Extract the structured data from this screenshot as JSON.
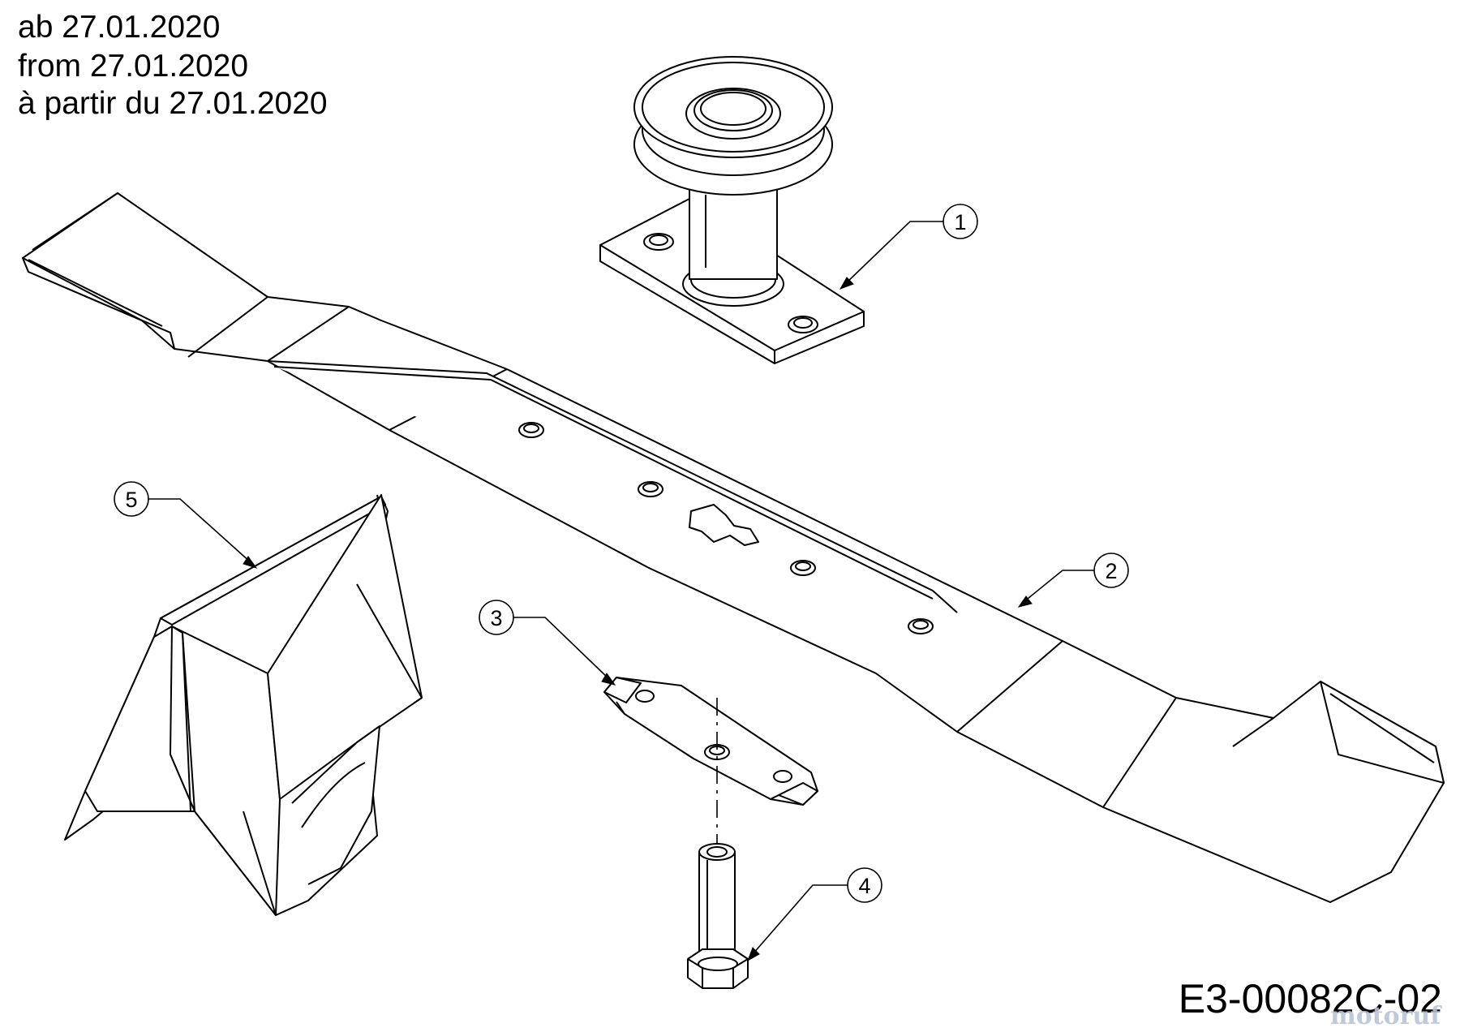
{
  "header": {
    "date_lines": [
      "ab 27.01.2020",
      "from 27.01.2020",
      "à partir du 27.01.2020"
    ]
  },
  "drawing_code": "E3-00082C-02",
  "watermark": "motoruf",
  "callouts": [
    {
      "number": "1",
      "part": "spindle-pulley"
    },
    {
      "number": "2",
      "part": "mower-blade"
    },
    {
      "number": "3",
      "part": "blade-adapter"
    },
    {
      "number": "4",
      "part": "hex-bolt"
    },
    {
      "number": "5",
      "part": "mulching-deflector"
    }
  ]
}
